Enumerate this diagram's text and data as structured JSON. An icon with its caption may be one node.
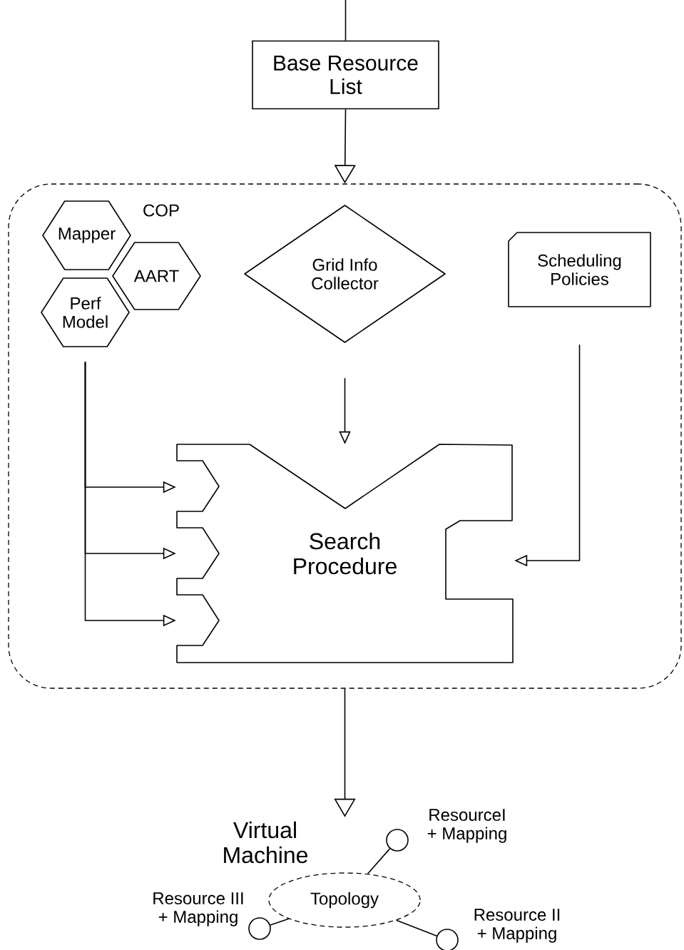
{
  "diagram": {
    "nodes": [
      {
        "text": [
          "Base Resource List"
        ]
      },
      {
        "text": [],
        "shape": "box"
      },
      {
        "text": [
          "Mapper"
        ],
        "in": 1
      },
      {
        "text": [
          "AART"
        ],
        "in": 1
      },
      {
        "text": [
          "Perf Model"
        ],
        "in": 1
      },
      {
        "text": [
          "Grid Info Collector"
        ],
        "in": 1
      },
      {
        "text": [
          "Scheduling Policies"
        ],
        "in": 1
      },
      {
        "text": [
          "Search Procedure"
        ],
        "in": 1
      },
      {
        "text": [
          "Virtual Machine"
        ]
      },
      {
        "text": [
          "Topology"
        ]
      },
      {
        "text": [],
        "shape": "circle",
        "beside": [
          "ResourceI + Mapping"
        ]
      },
      {
        "text": [],
        "shape": "circle",
        "beside": [
          "Resource II + Mapping"
        ]
      },
      {
        "text": [],
        "shape": "circle",
        "beside": [
          "Resource III + Mapping"
        ]
      }
    ],
    "edges": [
      {
        "from": null,
        "to": 0,
        "arrow": "none"
      },
      {
        "from": 0,
        "to": 1,
        "arrow": "to"
      },
      {
        "from": 4,
        "to": 7,
        "arrow": "to"
      },
      {
        "from": 4,
        "to": 7,
        "arrow": "to"
      },
      {
        "from": 4,
        "to": 7,
        "arrow": "to"
      },
      {
        "from": 5,
        "to": 7,
        "arrow": "to"
      },
      {
        "from": 6,
        "to": 7,
        "arrow": "to"
      },
      {
        "from": 1,
        "to": 8,
        "arrow": "to"
      },
      {
        "from": 9,
        "to": 10,
        "arrow": "none"
      },
      {
        "from": 9,
        "to": 11,
        "arrow": "none"
      },
      {
        "from": 9,
        "to": 12,
        "arrow": "none"
      }
    ],
    "labels": [
      "COP"
    ]
  }
}
